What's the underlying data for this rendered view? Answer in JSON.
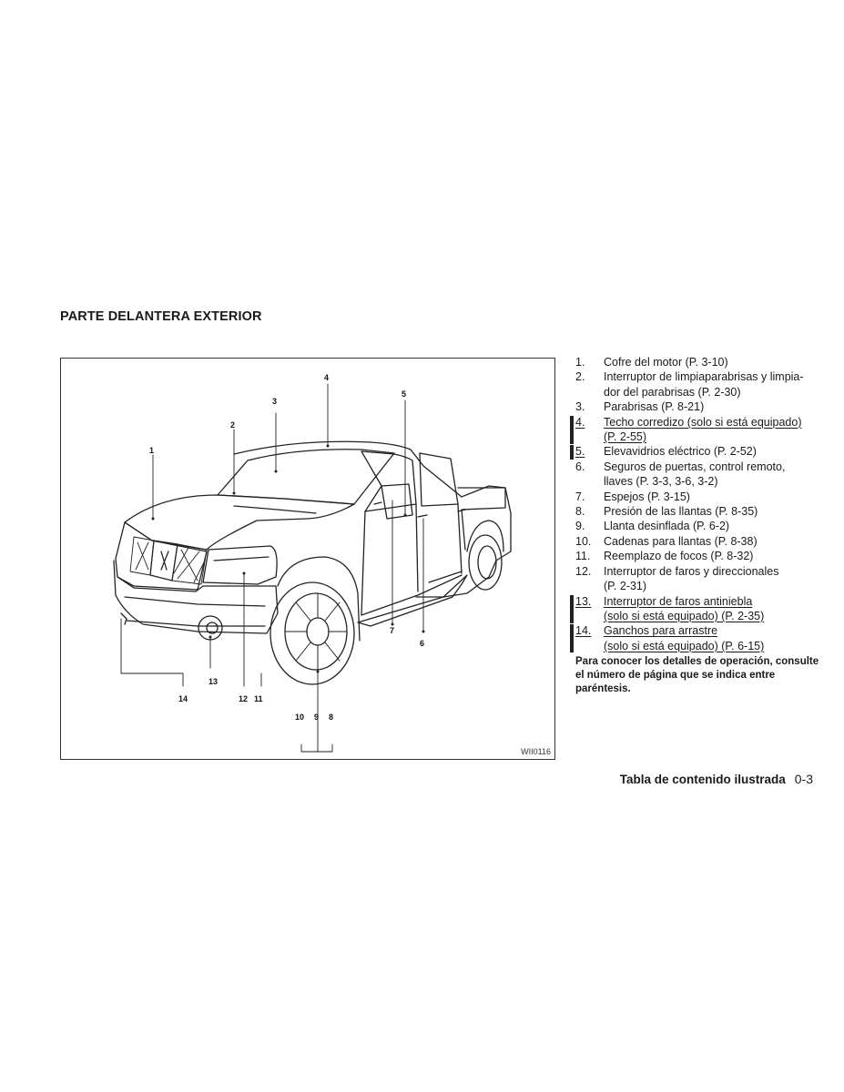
{
  "section_title": "PARTE DELANTERA EXTERIOR",
  "figure": {
    "code": "WII0116",
    "callouts": {
      "c1": "1",
      "c2": "2",
      "c3": "3",
      "c4": "4",
      "c5": "5",
      "c6": "6",
      "c7": "7",
      "c8": "8",
      "c9": "9",
      "c10": "10",
      "c11": "11",
      "c12": "12",
      "c13": "13",
      "c14": "14"
    }
  },
  "legend": [
    {
      "num": "1.",
      "text": [
        "Cofre del motor (P. 3-10)"
      ],
      "revised": false
    },
    {
      "num": "2.",
      "text": [
        "Interruptor de limpiaparabrisas y limpia-",
        "dor del parabrisas (P. 2-30)"
      ],
      "revised": false
    },
    {
      "num": "3.",
      "text": [
        "Parabrisas (P. 8-21)"
      ],
      "revised": false
    },
    {
      "num": "4.",
      "text": [
        "Techo corredizo (solo si está equipado)",
        "(P. 2-55)"
      ],
      "revised": true
    },
    {
      "num": "5.",
      "text": [
        "Elevavidrios eléctrico (P. 2-52)"
      ],
      "revised": true
    },
    {
      "num": "6.",
      "text": [
        "Seguros de puertas, control remoto,",
        "llaves (P. 3-3, 3-6, 3-2)"
      ],
      "revised": false
    },
    {
      "num": "7.",
      "text": [
        "Espejos (P. 3-15)"
      ],
      "revised": false
    },
    {
      "num": "8.",
      "text": [
        "Presión de las llantas (P. 8-35)"
      ],
      "revised": false
    },
    {
      "num": "9.",
      "text": [
        "Llanta desinflada (P. 6-2)"
      ],
      "revised": false
    },
    {
      "num": "10.",
      "text": [
        "Cadenas para llantas (P. 8-38)"
      ],
      "revised": false
    },
    {
      "num": "11.",
      "text": [
        "Reemplazo de focos (P. 8-32)"
      ],
      "revised": false
    },
    {
      "num": "12.",
      "text": [
        "Interruptor de faros y direccionales",
        "(P. 2-31)"
      ],
      "revised": false
    },
    {
      "num": "13.",
      "text": [
        "Interruptor de faros antiniebla",
        "(solo si está equipado) (P. 2-35)"
      ],
      "revised": true
    },
    {
      "num": "14.",
      "text": [
        "Ganchos para arrastre",
        "(solo si está equipado) (P. 6-15)"
      ],
      "revised": true
    }
  ],
  "note": "Para conocer los detalles de operación, consulte el número de página que se indica entre paréntesis.",
  "footer": {
    "title": "Tabla de contenido ilustrada",
    "page": "0-3"
  }
}
